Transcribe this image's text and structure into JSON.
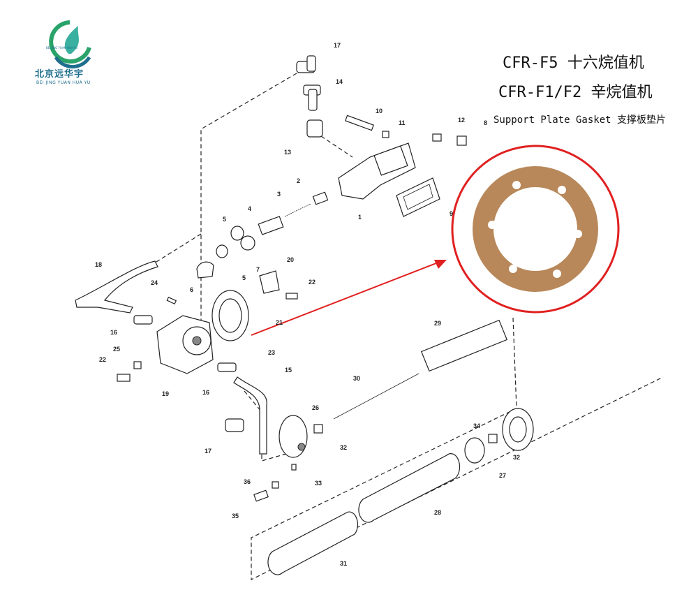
{
  "logo": {
    "name_cn": "北京远华宇",
    "name_en": "BEI JING YUAN HUA YU",
    "emblem_text": "BEI JING YUAN HUA YU"
  },
  "title": {
    "line1": "CFR-F5 十六烷值机",
    "line2": "CFR-F1/F2 辛烷值机",
    "line3": "Support Plate Gasket 支撑板垫片"
  },
  "labels": [
    "17",
    "14",
    "10",
    "11",
    "12",
    "8",
    "13",
    "2",
    "3",
    "4",
    "1",
    "9",
    "5",
    "7",
    "5",
    "6",
    "20",
    "18",
    "24",
    "22",
    "22",
    "16",
    "25",
    "21",
    "23",
    "19",
    "16",
    "15",
    "29",
    "30",
    "26",
    "32",
    "34",
    "32",
    "17",
    "27",
    "33",
    "36",
    "35",
    "28",
    "31"
  ],
  "colors": {
    "highlight": "#e02020",
    "gasket": "#b8885a",
    "logo": "#1e6e8e"
  }
}
